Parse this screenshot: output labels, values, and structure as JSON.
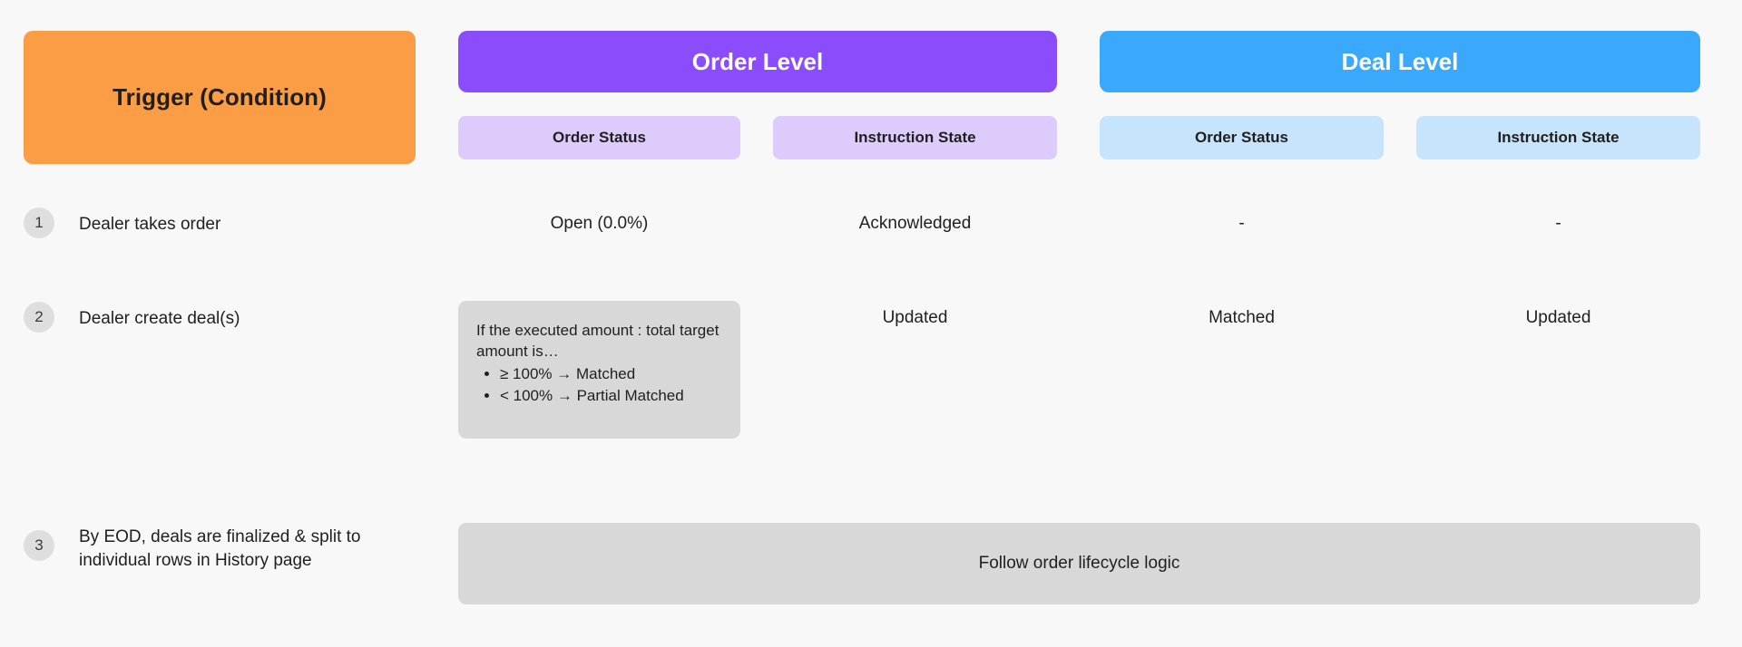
{
  "colors": {
    "background": "#f8f8f8",
    "trigger": "#fb9d44",
    "order_level": "#8b4cfc",
    "order_level_sub": "#ddcbfb",
    "deal_level": "#3ba9fb",
    "deal_level_sub": "#c6e5fd",
    "note_box": "#d8d8d8",
    "row_badge": "#dedede",
    "text": "#1f1f1f"
  },
  "header": {
    "trigger_label": "Trigger (Condition)",
    "groups": [
      {
        "label": "Order Level",
        "columns": [
          "Order Status",
          "Instruction State"
        ]
      },
      {
        "label": "Deal Level",
        "columns": [
          "Order Status",
          "Instruction State"
        ]
      }
    ],
    "columns": [
      "Order Status",
      "Instruction State",
      "Order Status",
      "Instruction State"
    ]
  },
  "rows": [
    {
      "number": "1",
      "trigger": "Dealer takes order",
      "order_status": "Open (0.0%)",
      "instruction_state": "Acknowledged",
      "deal_order_status": "-",
      "deal_instruction_state": "-"
    },
    {
      "number": "2",
      "trigger": "Dealer create deal(s)",
      "order_status": "",
      "instruction_state": "Updated",
      "deal_order_status": "Matched",
      "deal_instruction_state": "Updated",
      "note": {
        "intro": "If the executed amount : total target amount is…",
        "bullets": [
          "≥ 100% → Matched",
          "< 100%  → Partial Matched"
        ]
      }
    },
    {
      "number": "3",
      "trigger": "By EOD, deals are finalized & split to individual rows in History page",
      "span_note": "Follow order lifecycle logic"
    }
  ]
}
